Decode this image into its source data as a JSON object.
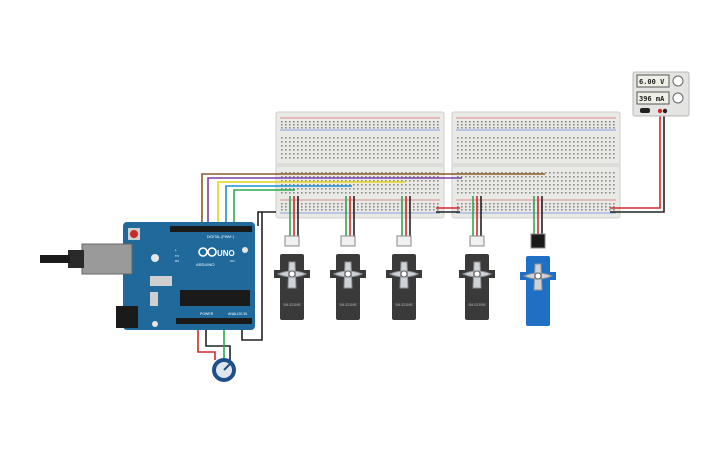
{
  "arduino": {
    "brand": "ARDUINO",
    "model": "UNO",
    "digital_label": "DIGITAL (PWM~)",
    "power_label": "POWER",
    "analog_label": "ANALOG IN",
    "tx_label": "TX",
    "rx_label": "RX",
    "l_label": "L",
    "on_label": "ON"
  },
  "power_supply": {
    "voltage": "6.00 V",
    "current": "396 mA"
  },
  "servos": [
    {
      "model": "SM-S2309S",
      "color": "#3a3a3a"
    },
    {
      "model": "SM-S2309S",
      "color": "#3a3a3a"
    },
    {
      "model": "SM-S2309S",
      "color": "#3a3a3a"
    },
    {
      "model": "SM-S2309S",
      "color": "#3a3a3a"
    },
    {
      "model": "",
      "color": "#1f6fc4"
    }
  ],
  "colors": {
    "arduino_board": "#1f6a9a",
    "breadboard": "#e9e9e6",
    "wire_red": "#d42a2a",
    "wire_black": "#222222",
    "wire_green": "#2fa84f",
    "wire_yellow": "#e8d21a",
    "wire_purple": "#7a3fa8",
    "wire_brown": "#8a5a2a",
    "wire_blue": "#1a8fd6",
    "potentiometer": "#1f4f8a"
  }
}
